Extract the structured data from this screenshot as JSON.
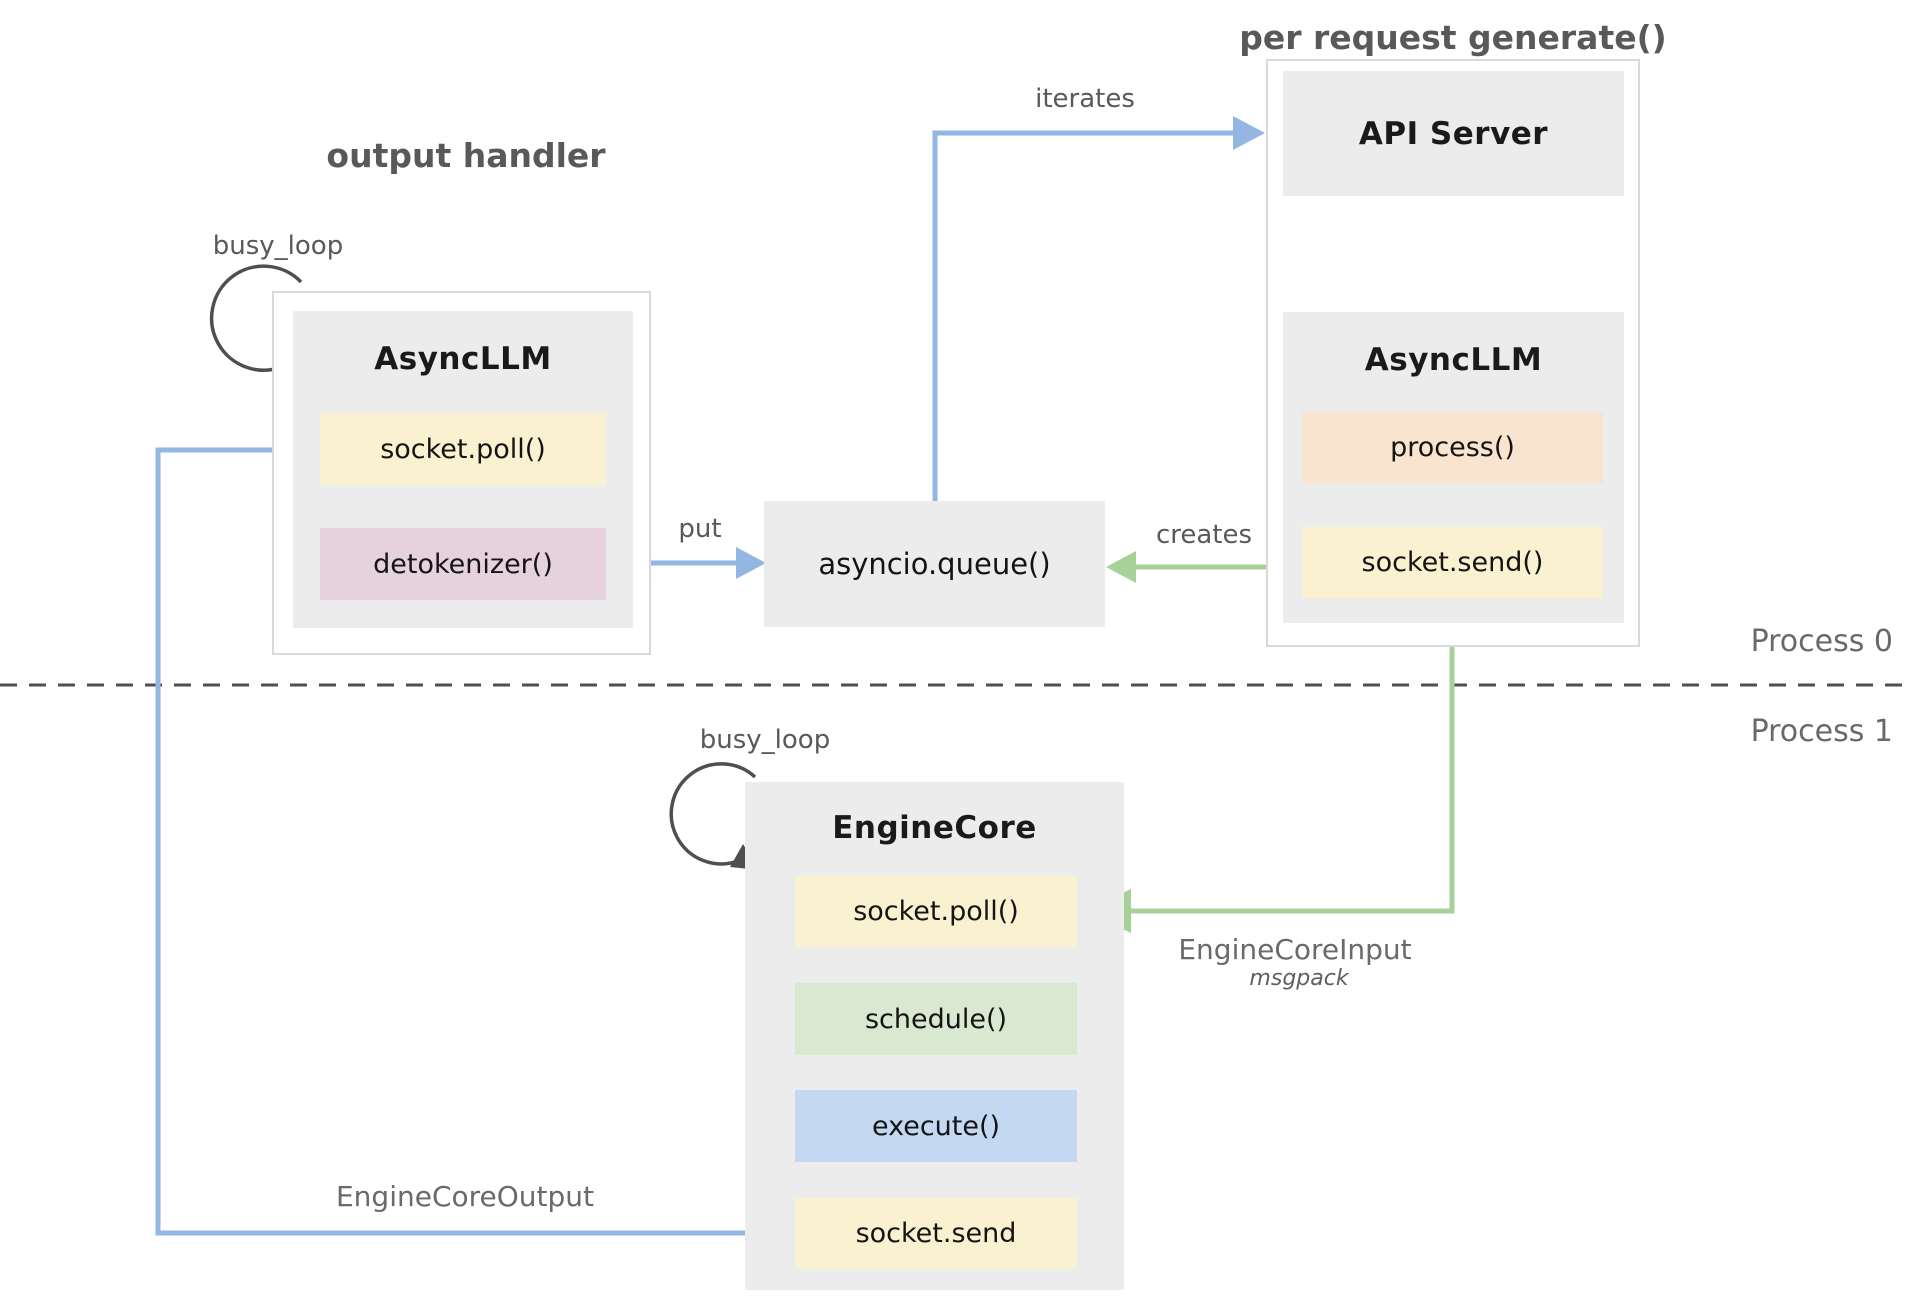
{
  "sections": {
    "output_handler_title": "output handler",
    "per_request_title": "per request generate()"
  },
  "process_lanes": {
    "process0": "Process 0",
    "process1": "Process 1"
  },
  "edges": {
    "iterates": "iterates",
    "put": "put",
    "creates": "creates",
    "busy_loop_top": "busy_loop",
    "busy_loop_bottom": "busy_loop",
    "engine_core_input": "EngineCoreInput",
    "engine_core_input_format": "msgpack",
    "engine_core_output": "EngineCoreOutput"
  },
  "nodes": {
    "async_llm_left": {
      "title": "AsyncLLM",
      "methods": [
        {
          "label": "socket.poll()",
          "bg": "#faf1d0"
        },
        {
          "label": "detokenizer()",
          "bg": "#e6d2dd"
        }
      ]
    },
    "api_server": {
      "title": "API Server"
    },
    "async_llm_right": {
      "title": "AsyncLLM",
      "methods": [
        {
          "label": "process()",
          "bg": "#f9e4cf"
        },
        {
          "label": "socket.send()",
          "bg": "#faf1d0"
        }
      ]
    },
    "queue": {
      "label": "asyncio.queue()"
    },
    "engine_core": {
      "title": "EngineCore",
      "methods": [
        {
          "label": "socket.poll()",
          "bg": "#faf1d0"
        },
        {
          "label": "schedule()",
          "bg": "#d9e8d0"
        },
        {
          "label": "execute()",
          "bg": "#c5d8f2"
        },
        {
          "label": "socket.send",
          "bg": "#faf1d0"
        }
      ]
    }
  },
  "colors": {
    "box_gray": "#ececec",
    "blue_arrow": "#93b6e2",
    "green_arrow": "#a7d199",
    "loop_arrow": "#4f4f4f",
    "label_gray": "#58595b",
    "label_gray_light": "#6a6a6a"
  }
}
